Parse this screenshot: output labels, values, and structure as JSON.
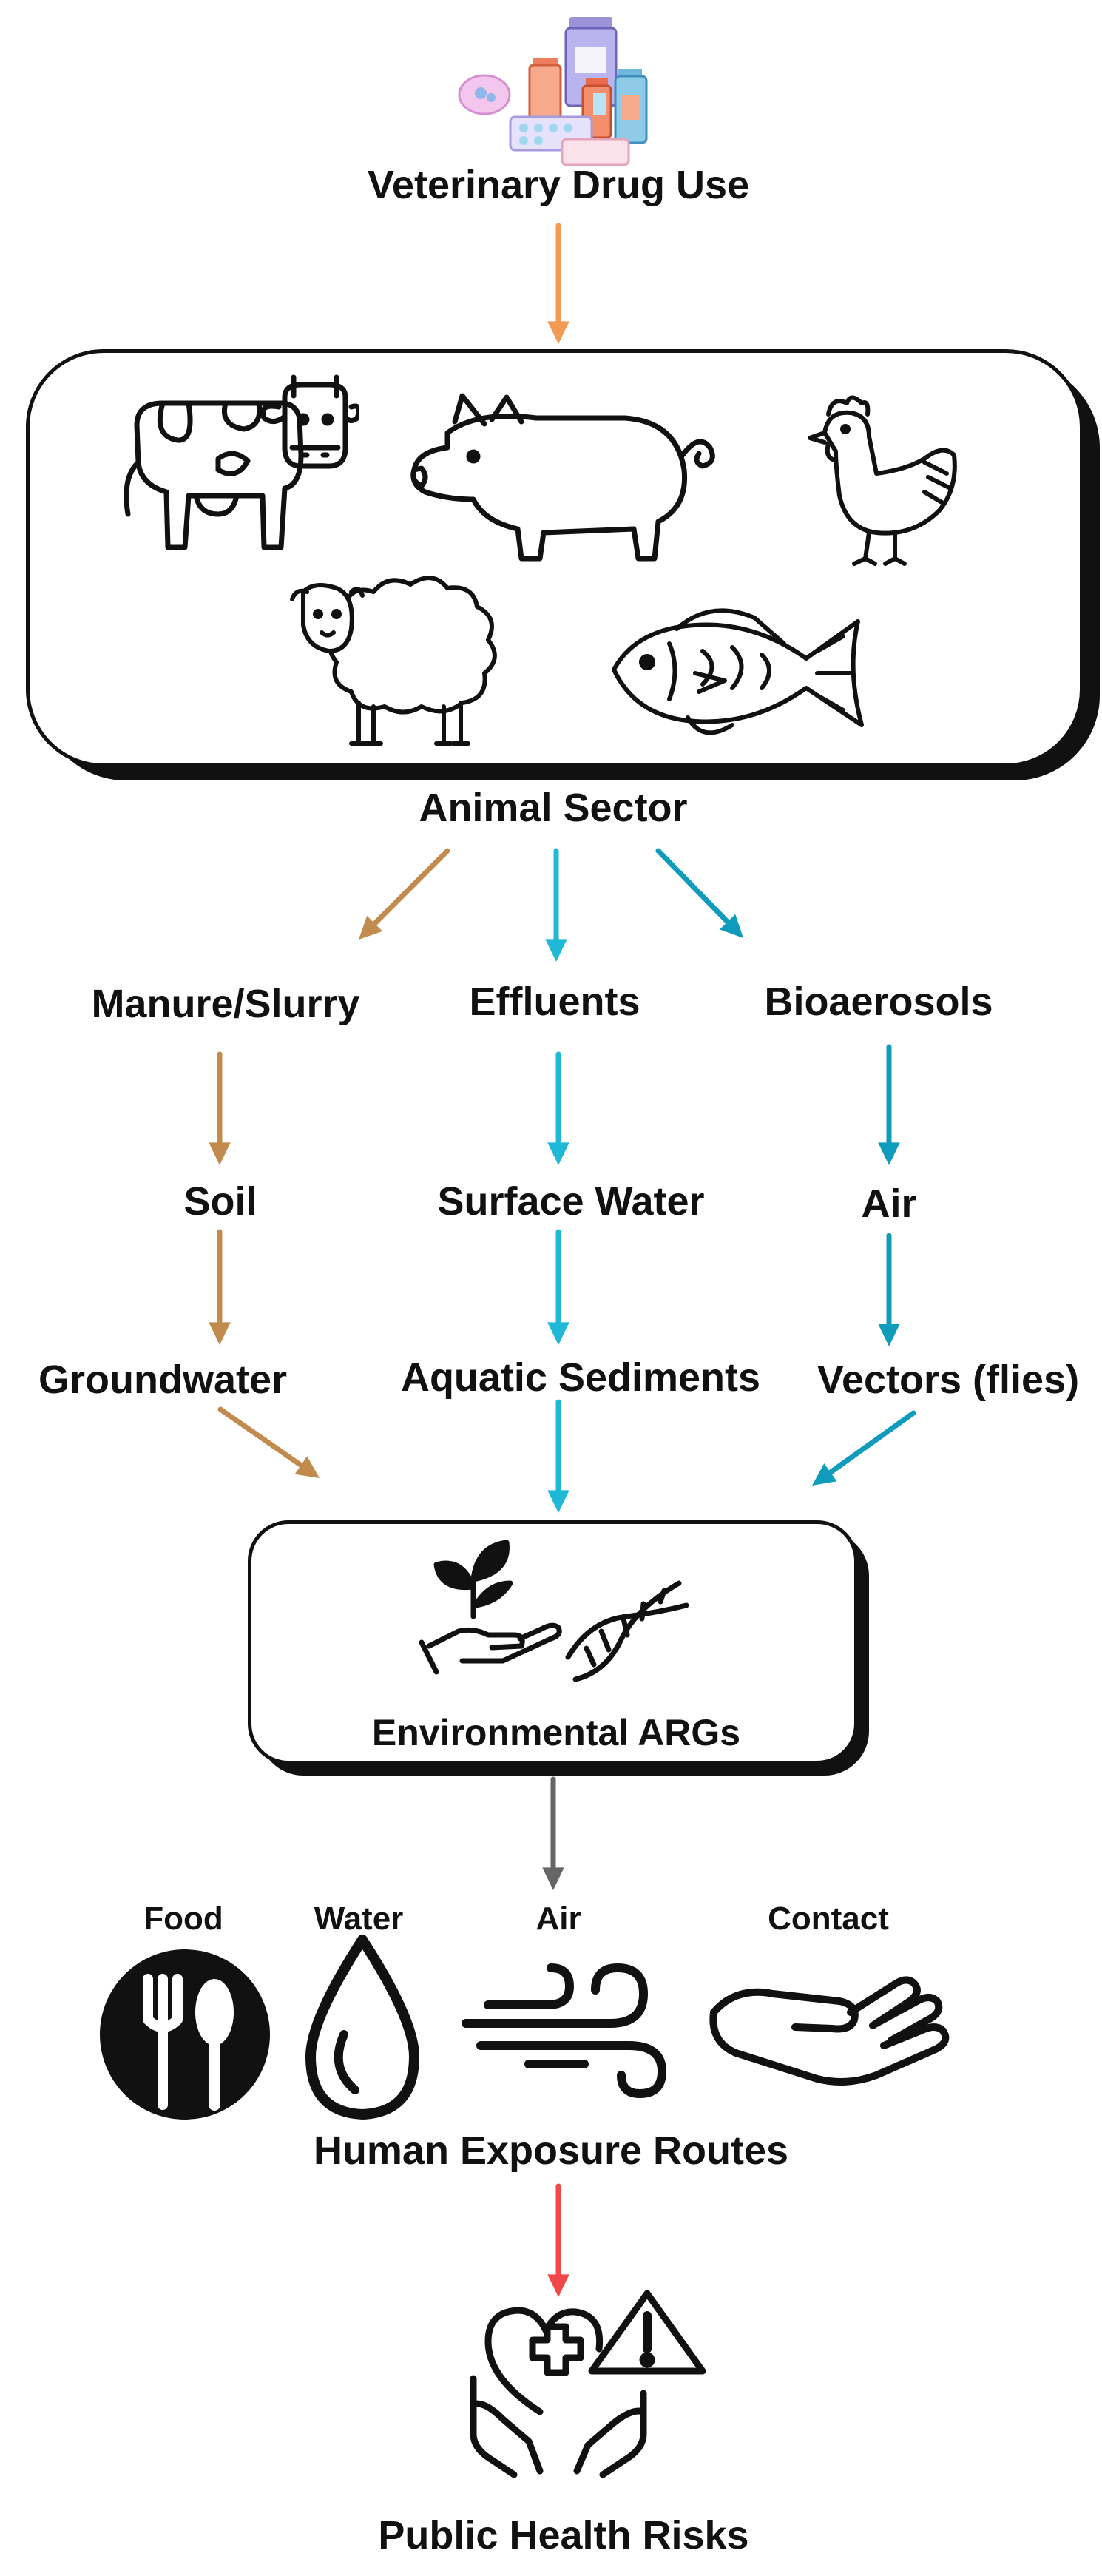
{
  "drug_use": {
    "label": "Veterinary Drug Use",
    "icon": "pills-medicine-icon"
  },
  "animal_sector": {
    "label": "Animal Sector",
    "animals": [
      "cow-icon",
      "pig-icon",
      "chicken-icon",
      "sheep-icon",
      "fish-icon"
    ]
  },
  "pathways": {
    "manure": {
      "label": "Manure/Slurry",
      "color": "#c28b4e",
      "steps": [
        "Soil",
        "Groundwater"
      ]
    },
    "effluents": {
      "label": "Effluents",
      "color": "#1fb8d6",
      "steps": [
        "Surface Water",
        "Aquatic Sediments"
      ]
    },
    "bioaerosols": {
      "label": "Bioaerosols",
      "color": "#0f9cbc",
      "steps": [
        "Air",
        "Vectors (flies)"
      ]
    }
  },
  "env_args": {
    "label": "Environmental ARGs",
    "icons": [
      "plant-hand-icon",
      "dna-icon"
    ]
  },
  "exposure": {
    "label": "Human Exposure Routes",
    "routes": [
      {
        "label": "Food",
        "icon": "fork-spoon-icon"
      },
      {
        "label": "Water",
        "icon": "water-drop-icon"
      },
      {
        "label": "Air",
        "icon": "wind-icon"
      },
      {
        "label": "Contact",
        "icon": "hand-icon"
      }
    ]
  },
  "health": {
    "label": "Public Health Risks",
    "icon": "heart-warning-icon"
  },
  "colors": {
    "drug_arrow": "#f39a55",
    "args_arrow": "#666666",
    "risk_arrow": "#f04848"
  }
}
